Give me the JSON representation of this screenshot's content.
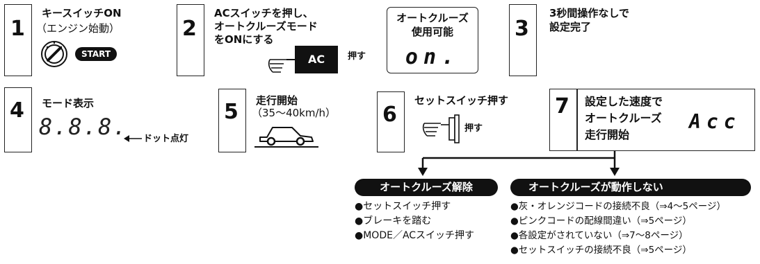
{
  "steps": [
    {
      "num": "1",
      "line1": "キースイッチON",
      "line2": "（エンジン始動）",
      "badge": "START"
    },
    {
      "num": "2",
      "line1": "ACスイッチを押し、",
      "line2": "オートクルーズモード",
      "line3": "をONにする",
      "ac_label": "AC",
      "press": "押す"
    },
    {
      "panel_line1": "オートクルーズ",
      "panel_line2": "使用可能",
      "panel_display": "on."
    },
    {
      "num": "3",
      "line1": "3秒間操作なしで",
      "line2": "設定完了"
    },
    {
      "num": "4",
      "line1": "モード表示",
      "display": "8.8.8.",
      "dot_note": "ドット点灯"
    },
    {
      "num": "5",
      "line1": "走行開始",
      "line2": "（35～40km/h）"
    },
    {
      "num": "6",
      "line1": "セットスイッチ押す",
      "press": "押す"
    },
    {
      "num": "7",
      "line1": "設定した速度で",
      "line2": "オートクルーズ",
      "line3": "走行開始",
      "display": "Acc"
    }
  ],
  "release": {
    "title": "オートクルーズ解除",
    "items": [
      "●セットスイッチ押す",
      "●ブレーキを踏む",
      "●MODE／ACスイッチ押す"
    ]
  },
  "not_working": {
    "title": "オートクルーズが動作しない",
    "items": [
      "●灰・オレンジコードの接続不良（⇒4～5ページ）",
      "●ピンクコードの配線間違い（⇒5ページ）",
      "●各設定がされていない（⇒7～8ページ）",
      "●セットスイッチの接続不良（⇒5ページ）"
    ]
  }
}
